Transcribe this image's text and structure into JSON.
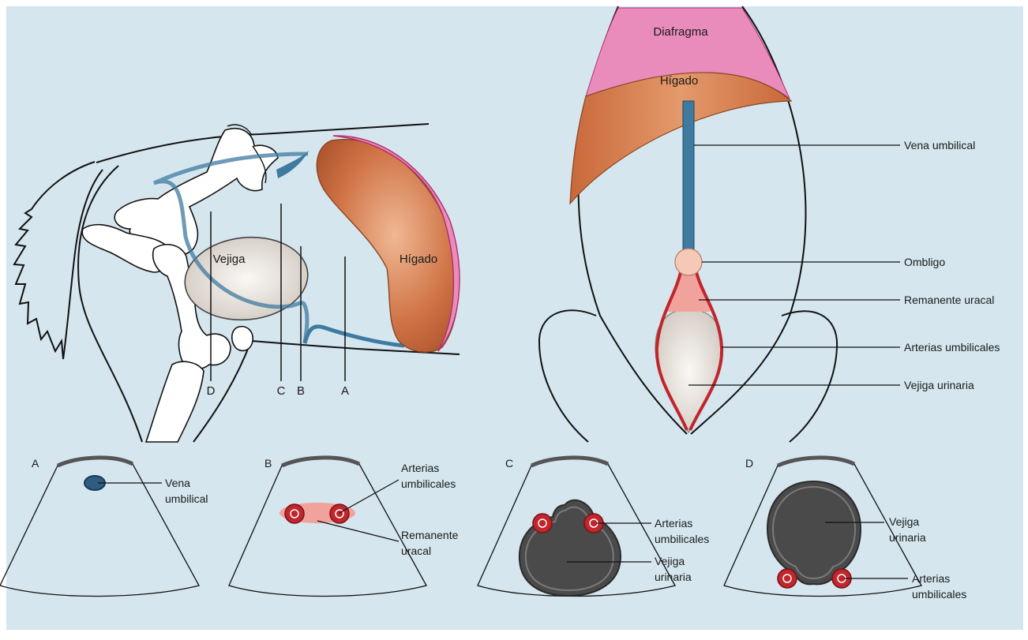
{
  "colors": {
    "background": "#d5e6ef",
    "liver": "#c96a3c",
    "diaphragm": "#e98cbc",
    "vein": "#3f7aa0",
    "artery": "#c0262c",
    "urachus": "#f2a29c",
    "umbilicus": "#f6c9b6",
    "bladder": "#e6e1da",
    "bone": "#ffffff",
    "probe": "#555555",
    "sono_dark": "#4a4a4a"
  },
  "side_view": {
    "liver_label": "Hígado",
    "bladder_label": "Vejiga",
    "section_labels": [
      "D",
      "C",
      "B",
      "A"
    ]
  },
  "ventral_view": {
    "diaphragm_label": "Diafragma",
    "liver_label": "Hígado",
    "callouts": [
      {
        "text": "Vena umbilical"
      },
      {
        "text": "Ombligo"
      },
      {
        "text": "Remanente uracal"
      },
      {
        "text": "Arterias umbilicales"
      },
      {
        "text": "Vejiga urinaria"
      }
    ]
  },
  "panels": [
    {
      "letter": "A",
      "labels": [
        {
          "lines": [
            "Vena",
            "umbilical"
          ]
        }
      ]
    },
    {
      "letter": "B",
      "labels": [
        {
          "lines": [
            "Arterias",
            "umbilicales"
          ]
        },
        {
          "lines": [
            "Remanente",
            "uracal"
          ]
        }
      ]
    },
    {
      "letter": "C",
      "labels": [
        {
          "lines": [
            "Arterias",
            "umbilicales"
          ]
        },
        {
          "lines": [
            "Vejiga",
            "urinaria"
          ]
        }
      ]
    },
    {
      "letter": "D",
      "labels": [
        {
          "lines": [
            "Vejiga",
            "urinaria"
          ]
        },
        {
          "lines": [
            "Arterias",
            "umbilicales"
          ]
        }
      ]
    }
  ]
}
